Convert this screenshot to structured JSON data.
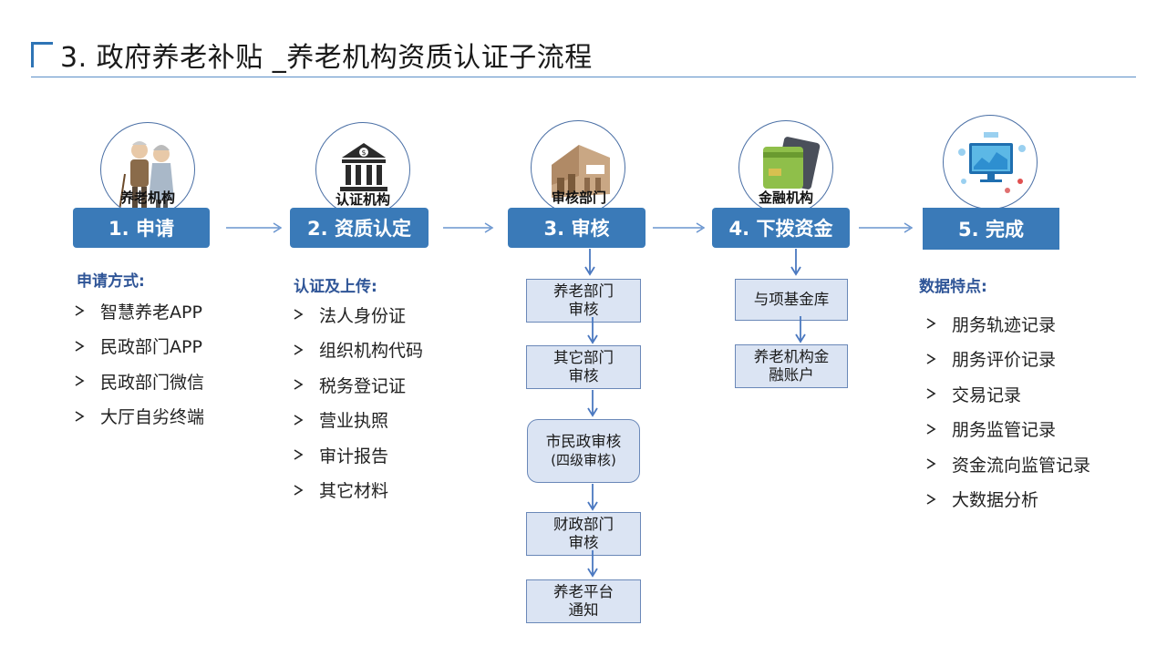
{
  "title": "3. 政府养老补贴 _养老机构资质认证子流程",
  "circles": [
    {
      "label": "养老机构",
      "icon": "elderly-couple-icon"
    },
    {
      "label": "认证机构",
      "icon": "bank-building-icon"
    },
    {
      "label": "审核部门",
      "icon": "office-building-icon"
    },
    {
      "label": "金融机构",
      "icon": "bank-cards-icon"
    },
    {
      "label": "",
      "icon": "data-dashboard-icon"
    }
  ],
  "stages": [
    "1. 申请",
    "2. 资质认定",
    "3. 审核",
    "4. 下拨资金",
    "5. 完成"
  ],
  "apply": {
    "heading": "申请方式:",
    "items": [
      "智慧养老APP",
      "民政部门APP",
      "民政部门微信",
      "大厅自劣终端"
    ]
  },
  "certify": {
    "heading": "认证及上传:",
    "items": [
      "法人身份证",
      "组织机构代码",
      "税务登记证",
      "营业执照",
      "审计报告",
      "其它材料"
    ]
  },
  "review_steps": [
    {
      "line1": "养老部门",
      "line2": "审核"
    },
    {
      "line1": "其它部门",
      "line2": "审核"
    },
    {
      "line1": "市民政审核",
      "line2": "(四级审核)"
    },
    {
      "line1": "财政部门",
      "line2": "审核"
    },
    {
      "line1": "养老平台",
      "line2": "通知"
    }
  ],
  "fund_steps": [
    {
      "line1": "与项基金库",
      "line2": ""
    },
    {
      "line1": "养老机构金",
      "line2": "融账户"
    }
  ],
  "complete": {
    "heading": "数据特点:",
    "items": [
      "朋务轨迹记录",
      "朋务评价记录",
      "交易记录",
      "朋务监管记录",
      "资金流向监管记录",
      "大数据分析"
    ]
  },
  "colors": {
    "accent": "#3a7ab8",
    "heading_text": "#2f5597",
    "box_fill": "#dbe4f3",
    "arrow": "#6a95cf"
  }
}
